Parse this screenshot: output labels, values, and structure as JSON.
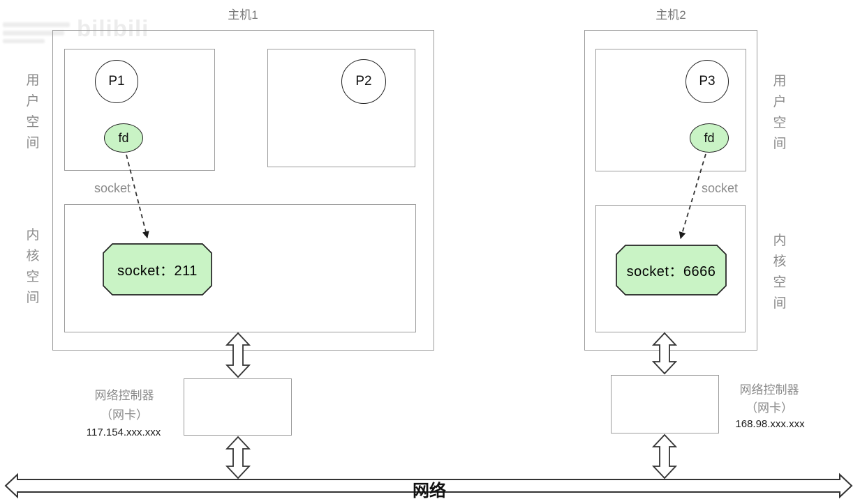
{
  "watermark": {
    "logo": "bilibili"
  },
  "colors": {
    "socket_green": "#c9f3c5",
    "border_gray": "#9b9b9b",
    "label_gray": "#8a8a8a"
  },
  "network": {
    "label": "网络"
  },
  "hosts": [
    {
      "title": "主机1",
      "user_space_label": "用户空间",
      "kernel_space_label": "内核空间",
      "process_a": "P1",
      "process_b": "P2",
      "fd": "fd",
      "socket_pointer_label": "socket",
      "socket_box_label": "socket：211",
      "nic_name": "网络控制器",
      "nic_sub": "（网卡）",
      "nic_ip": "117.154.xxx.xxx"
    },
    {
      "title": "主机2",
      "user_space_label": "用户空间",
      "kernel_space_label": "内核空间",
      "process_a": "P3",
      "fd": "fd",
      "socket_pointer_label": "socket",
      "socket_box_label": "socket：6666",
      "nic_name": "网络控制器",
      "nic_sub": "（网卡）",
      "nic_ip": "168.98.xxx.xxx"
    }
  ]
}
